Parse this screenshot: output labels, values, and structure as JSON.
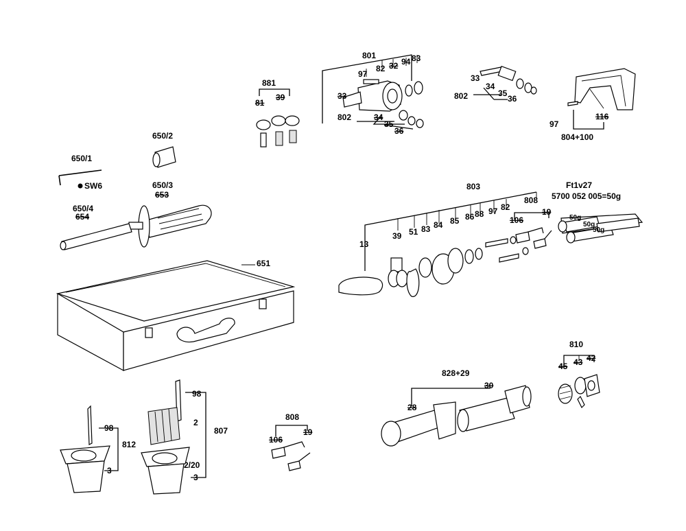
{
  "labels": {
    "l801": "801",
    "l97a": "97",
    "l82a": "82",
    "l32": "32",
    "l94": "94",
    "l83a": "83",
    "l33a": "33",
    "l802a": "802",
    "l34a": "34",
    "l35a": "35",
    "l36a": "36",
    "l33b": "33",
    "l34b": "34",
    "l802b": "802",
    "l35b": "35",
    "l36b": "36",
    "l881": "881",
    "l81": "81",
    "l39a": "39",
    "l650_2": "650/2",
    "l650_1": "650/1",
    "lsw6": "SW6",
    "l650_3": "650/3",
    "l653": "653",
    "l650_4": "650/4",
    "l654": "654",
    "l97c": "97",
    "l116": "116",
    "l804": "804+100",
    "l803": "803",
    "lft": "Ft1v27",
    "lgrease": "5700 052 005=50g",
    "l808a": "808",
    "l106a": "106",
    "l19a": "19",
    "l39b": "39",
    "l51": "51",
    "l83b": "83",
    "l84": "84",
    "l85": "85",
    "l86": "86",
    "l88": "88",
    "l97b": "97",
    "l82b": "82",
    "l13": "13",
    "l50ga": "50g",
    "l50gb": "50g",
    "l50gc": "50g",
    "l651": "651",
    "l810": "810",
    "l45": "45",
    "l43": "43",
    "l42": "42",
    "l828": "828+29",
    "l28": "28",
    "l30": "30",
    "l808b": "808",
    "l106b": "106",
    "l19b": "19",
    "l98a": "98",
    "l812": "812",
    "l3a": "3",
    "l98b": "98",
    "l2a": "2",
    "l807": "807",
    "l2_20": "2/20",
    "l3b": "3"
  }
}
